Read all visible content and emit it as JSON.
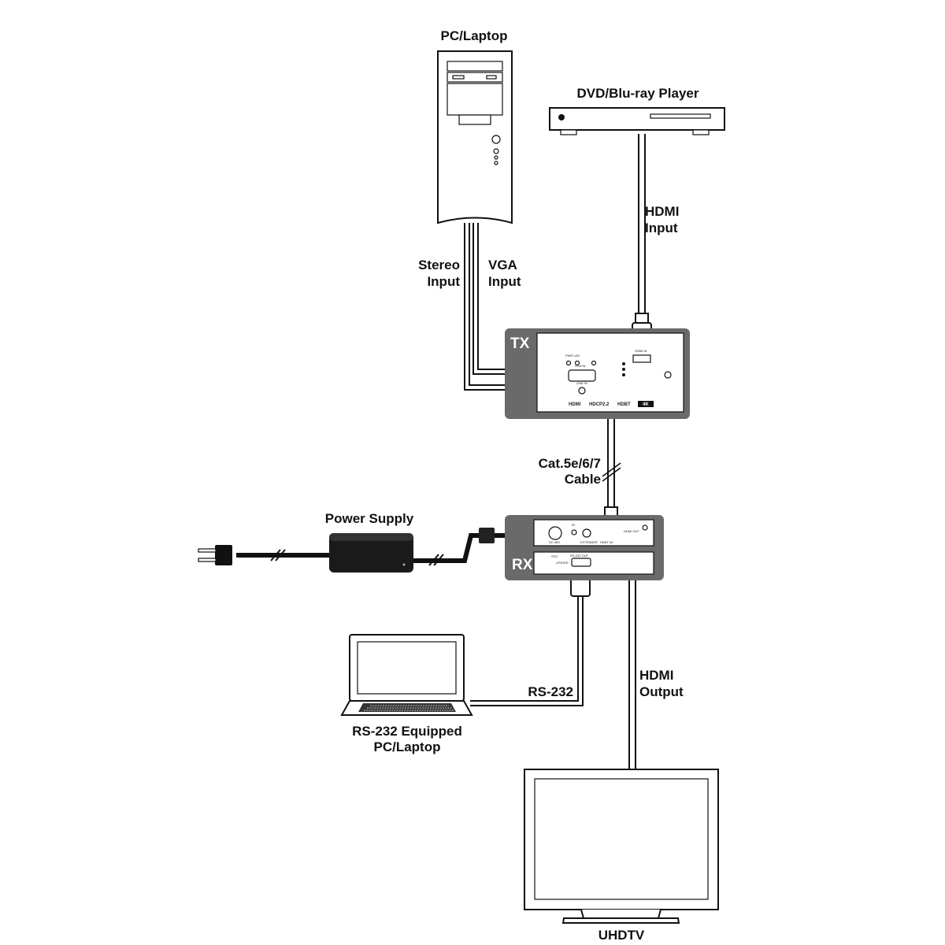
{
  "devices": {
    "pc": {
      "label": "PC/Laptop"
    },
    "dvd": {
      "label": "DVD/Blu-ray Player"
    },
    "tx": {
      "tag": "TX",
      "port_labels": [
        "PWR LED",
        "HDMI IN",
        "VGA IN",
        "LINE IN"
      ],
      "logos": [
        "HDMI",
        "HDCP2.2",
        "HDBT",
        "4K"
      ]
    },
    "rx": {
      "tag": "RX",
      "port_labels": [
        "DC 48V",
        "IR",
        "EXTENDER",
        "HDBT IN",
        "HDMI OUT",
        "RS-232 OUT",
        "STD",
        "UPDATE"
      ]
    },
    "power": {
      "label": "Power Supply"
    },
    "laptop": {
      "label_line1": "RS-232 Equipped",
      "label_line2": "PC/Laptop"
    },
    "tv": {
      "label": "UHDTV"
    }
  },
  "connections": {
    "stereo": {
      "line1": "Stereo",
      "line2": "Input"
    },
    "vga": {
      "line1": "VGA",
      "line2": "Input"
    },
    "hdmi_in": {
      "line1": "HDMI",
      "line2": "Input"
    },
    "cat": {
      "line1": "Cat.5e/6/7",
      "line2": "Cable"
    },
    "rs232": {
      "label": "RS-232"
    },
    "hdmi_out": {
      "line1": "HDMI",
      "line2": "Output"
    }
  }
}
